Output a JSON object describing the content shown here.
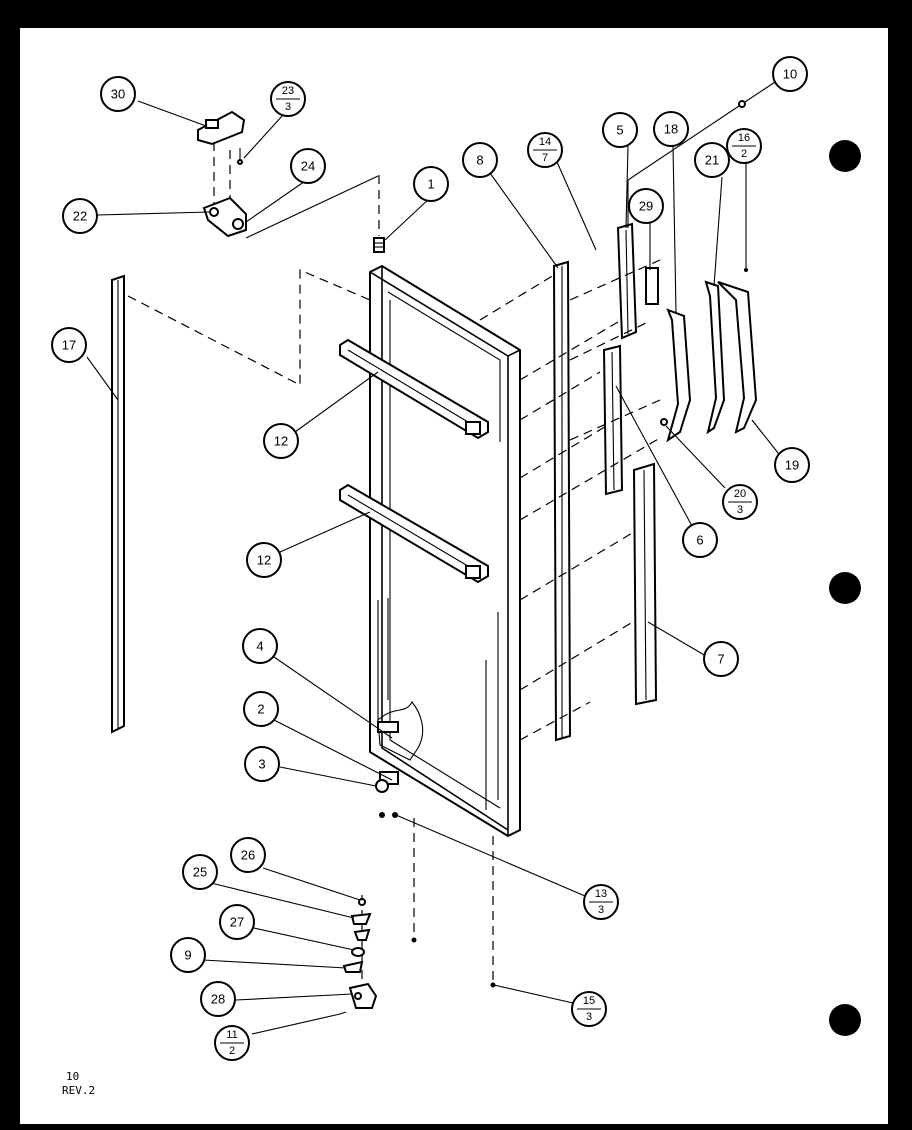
{
  "callouts": [
    {
      "id": "c1",
      "text": "1"
    },
    {
      "id": "c2",
      "text": "2"
    },
    {
      "id": "c3",
      "text": "3"
    },
    {
      "id": "c4",
      "text": "4"
    },
    {
      "id": "c5",
      "text": "5"
    },
    {
      "id": "c6",
      "text": "6"
    },
    {
      "id": "c7",
      "text": "7"
    },
    {
      "id": "c8",
      "text": "8"
    },
    {
      "id": "c9",
      "text": "9"
    },
    {
      "id": "c10",
      "text": "10"
    },
    {
      "id": "c12a",
      "text": "12"
    },
    {
      "id": "c12b",
      "text": "12"
    },
    {
      "id": "c17",
      "text": "17"
    },
    {
      "id": "c18",
      "text": "18"
    },
    {
      "id": "c19",
      "text": "19"
    },
    {
      "id": "c21",
      "text": "21"
    },
    {
      "id": "c22",
      "text": "22"
    },
    {
      "id": "c24",
      "text": "24"
    },
    {
      "id": "c25",
      "text": "25"
    },
    {
      "id": "c26",
      "text": "26"
    },
    {
      "id": "c27",
      "text": "27"
    },
    {
      "id": "c28",
      "text": "28"
    },
    {
      "id": "c29",
      "text": "29"
    },
    {
      "id": "c30",
      "text": "30"
    }
  ],
  "fraction_callouts": [
    {
      "id": "f23",
      "num": "23",
      "den": "3"
    },
    {
      "id": "f14",
      "num": "14",
      "den": "7"
    },
    {
      "id": "f16",
      "num": "16",
      "den": "2"
    },
    {
      "id": "f20",
      "num": "20",
      "den": "3"
    },
    {
      "id": "f13",
      "num": "13",
      "den": "3"
    },
    {
      "id": "f15",
      "num": "15",
      "den": "3"
    },
    {
      "id": "f11",
      "num": "11",
      "den": "2"
    }
  ],
  "footer": {
    "page_number": "10",
    "revision": "REV.2"
  }
}
